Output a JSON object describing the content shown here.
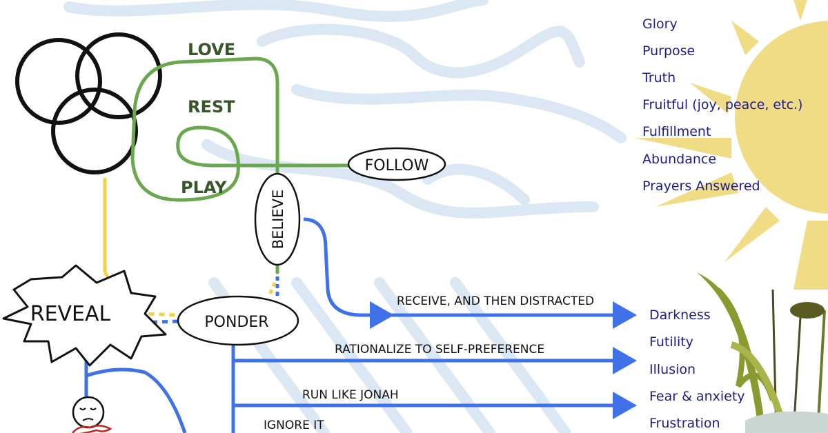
{
  "colors": {
    "green": "#6aa84f",
    "dark_green": "#38562a",
    "yellow": "#f1d34a",
    "blue": "#3f72e8",
    "navy": "#1c1c8c",
    "sun": "#f1dc86",
    "swirl": "#dce7f4"
  },
  "green_labels": [
    "LOVE",
    "REST",
    "PLAY"
  ],
  "nodes": {
    "follow": "FOLLOW",
    "believe": "BELIEVE",
    "reveal": "REVEAL",
    "ponder": "PONDER"
  },
  "paths": [
    "RECEIVE, AND THEN DISTRACTED",
    "RATIONALIZE TO SELF-PREFERENCE",
    "RUN LIKE JONAH",
    "IGNORE IT"
  ],
  "blessings": [
    "Glory",
    "Purpose",
    "Truth",
    "Fruitful (joy, peace, etc.)",
    "Fulfillment",
    "Abundance",
    "Prayers Answered"
  ],
  "consequences": [
    "Darkness",
    "Futility",
    "Illusion",
    "Fear & anxiety",
    "Frustration"
  ]
}
